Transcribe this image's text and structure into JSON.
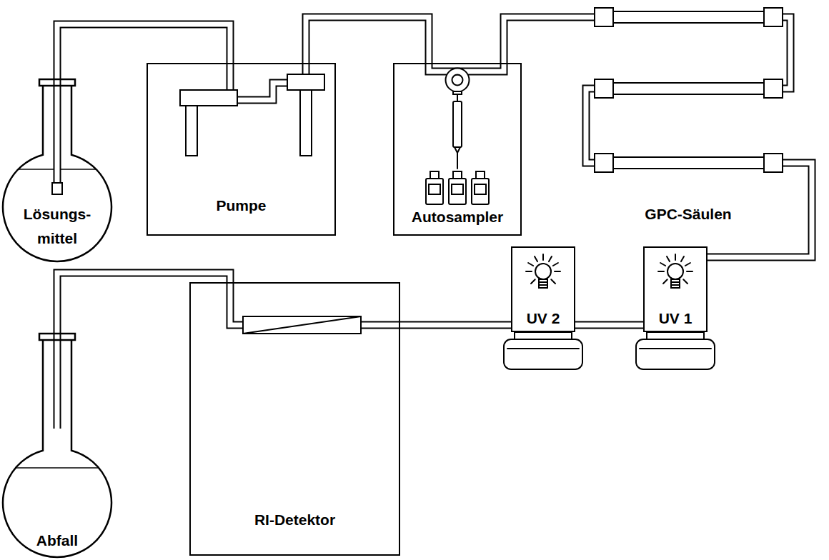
{
  "diagram": {
    "nodes": [
      {
        "text": [
          "Lösungs- mittel"
        ]
      },
      {
        "text": [
          "Pumpe"
        ]
      },
      {
        "text": [
          "Autosampler"
        ]
      },
      {
        "text": [
          "GPC-Säulen"
        ]
      },
      {
        "text": [
          "Abfall"
        ]
      },
      {
        "text": [
          "RI-Detektor"
        ]
      },
      {
        "text": [
          "UV 2"
        ]
      },
      {
        "text": [
          "UV 1"
        ]
      }
    ],
    "edges": [
      {
        "from": 0,
        "to": 1,
        "arrow": "none"
      },
      {
        "from": 1,
        "to": 2,
        "arrow": "none"
      },
      {
        "from": 2,
        "to": 3,
        "arrow": "none"
      },
      {
        "from": 3,
        "to": 7,
        "arrow": "none"
      },
      {
        "from": 7,
        "to": 6,
        "arrow": "none"
      },
      {
        "from": 6,
        "to": 5,
        "arrow": "none"
      },
      {
        "from": 5,
        "to": 4,
        "arrow": "none"
      }
    ]
  }
}
